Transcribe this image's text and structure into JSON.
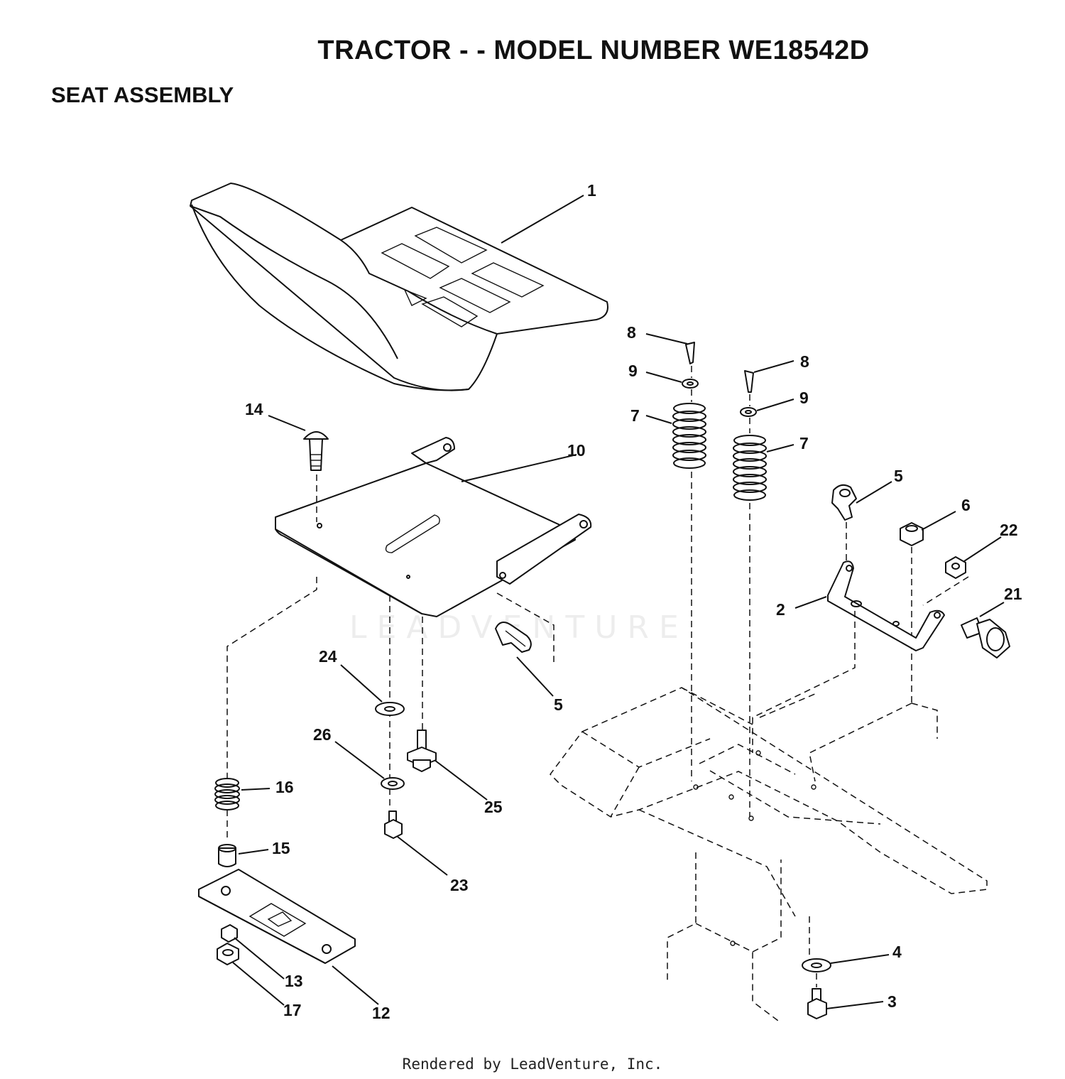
{
  "title": "TRACTOR - - MODEL NUMBER WE18542D",
  "section_title": "SEAT ASSEMBLY",
  "watermark": "LEADVENTURE",
  "footer": "Rendered by LeadVenture, Inc.",
  "callouts": {
    "c1": "1",
    "c2": "2",
    "c3": "3",
    "c4": "4",
    "c5a": "5",
    "c5b": "5",
    "c6": "6",
    "c7a": "7",
    "c7b": "7",
    "c8a": "8",
    "c8b": "8",
    "c9a": "9",
    "c9b": "9",
    "c10": "10",
    "c12": "12",
    "c13": "13",
    "c14": "14",
    "c15": "15",
    "c16": "16",
    "c17": "17",
    "c21": "21",
    "c22": "22",
    "c23": "23",
    "c24": "24",
    "c25": "25",
    "c26": "26"
  }
}
